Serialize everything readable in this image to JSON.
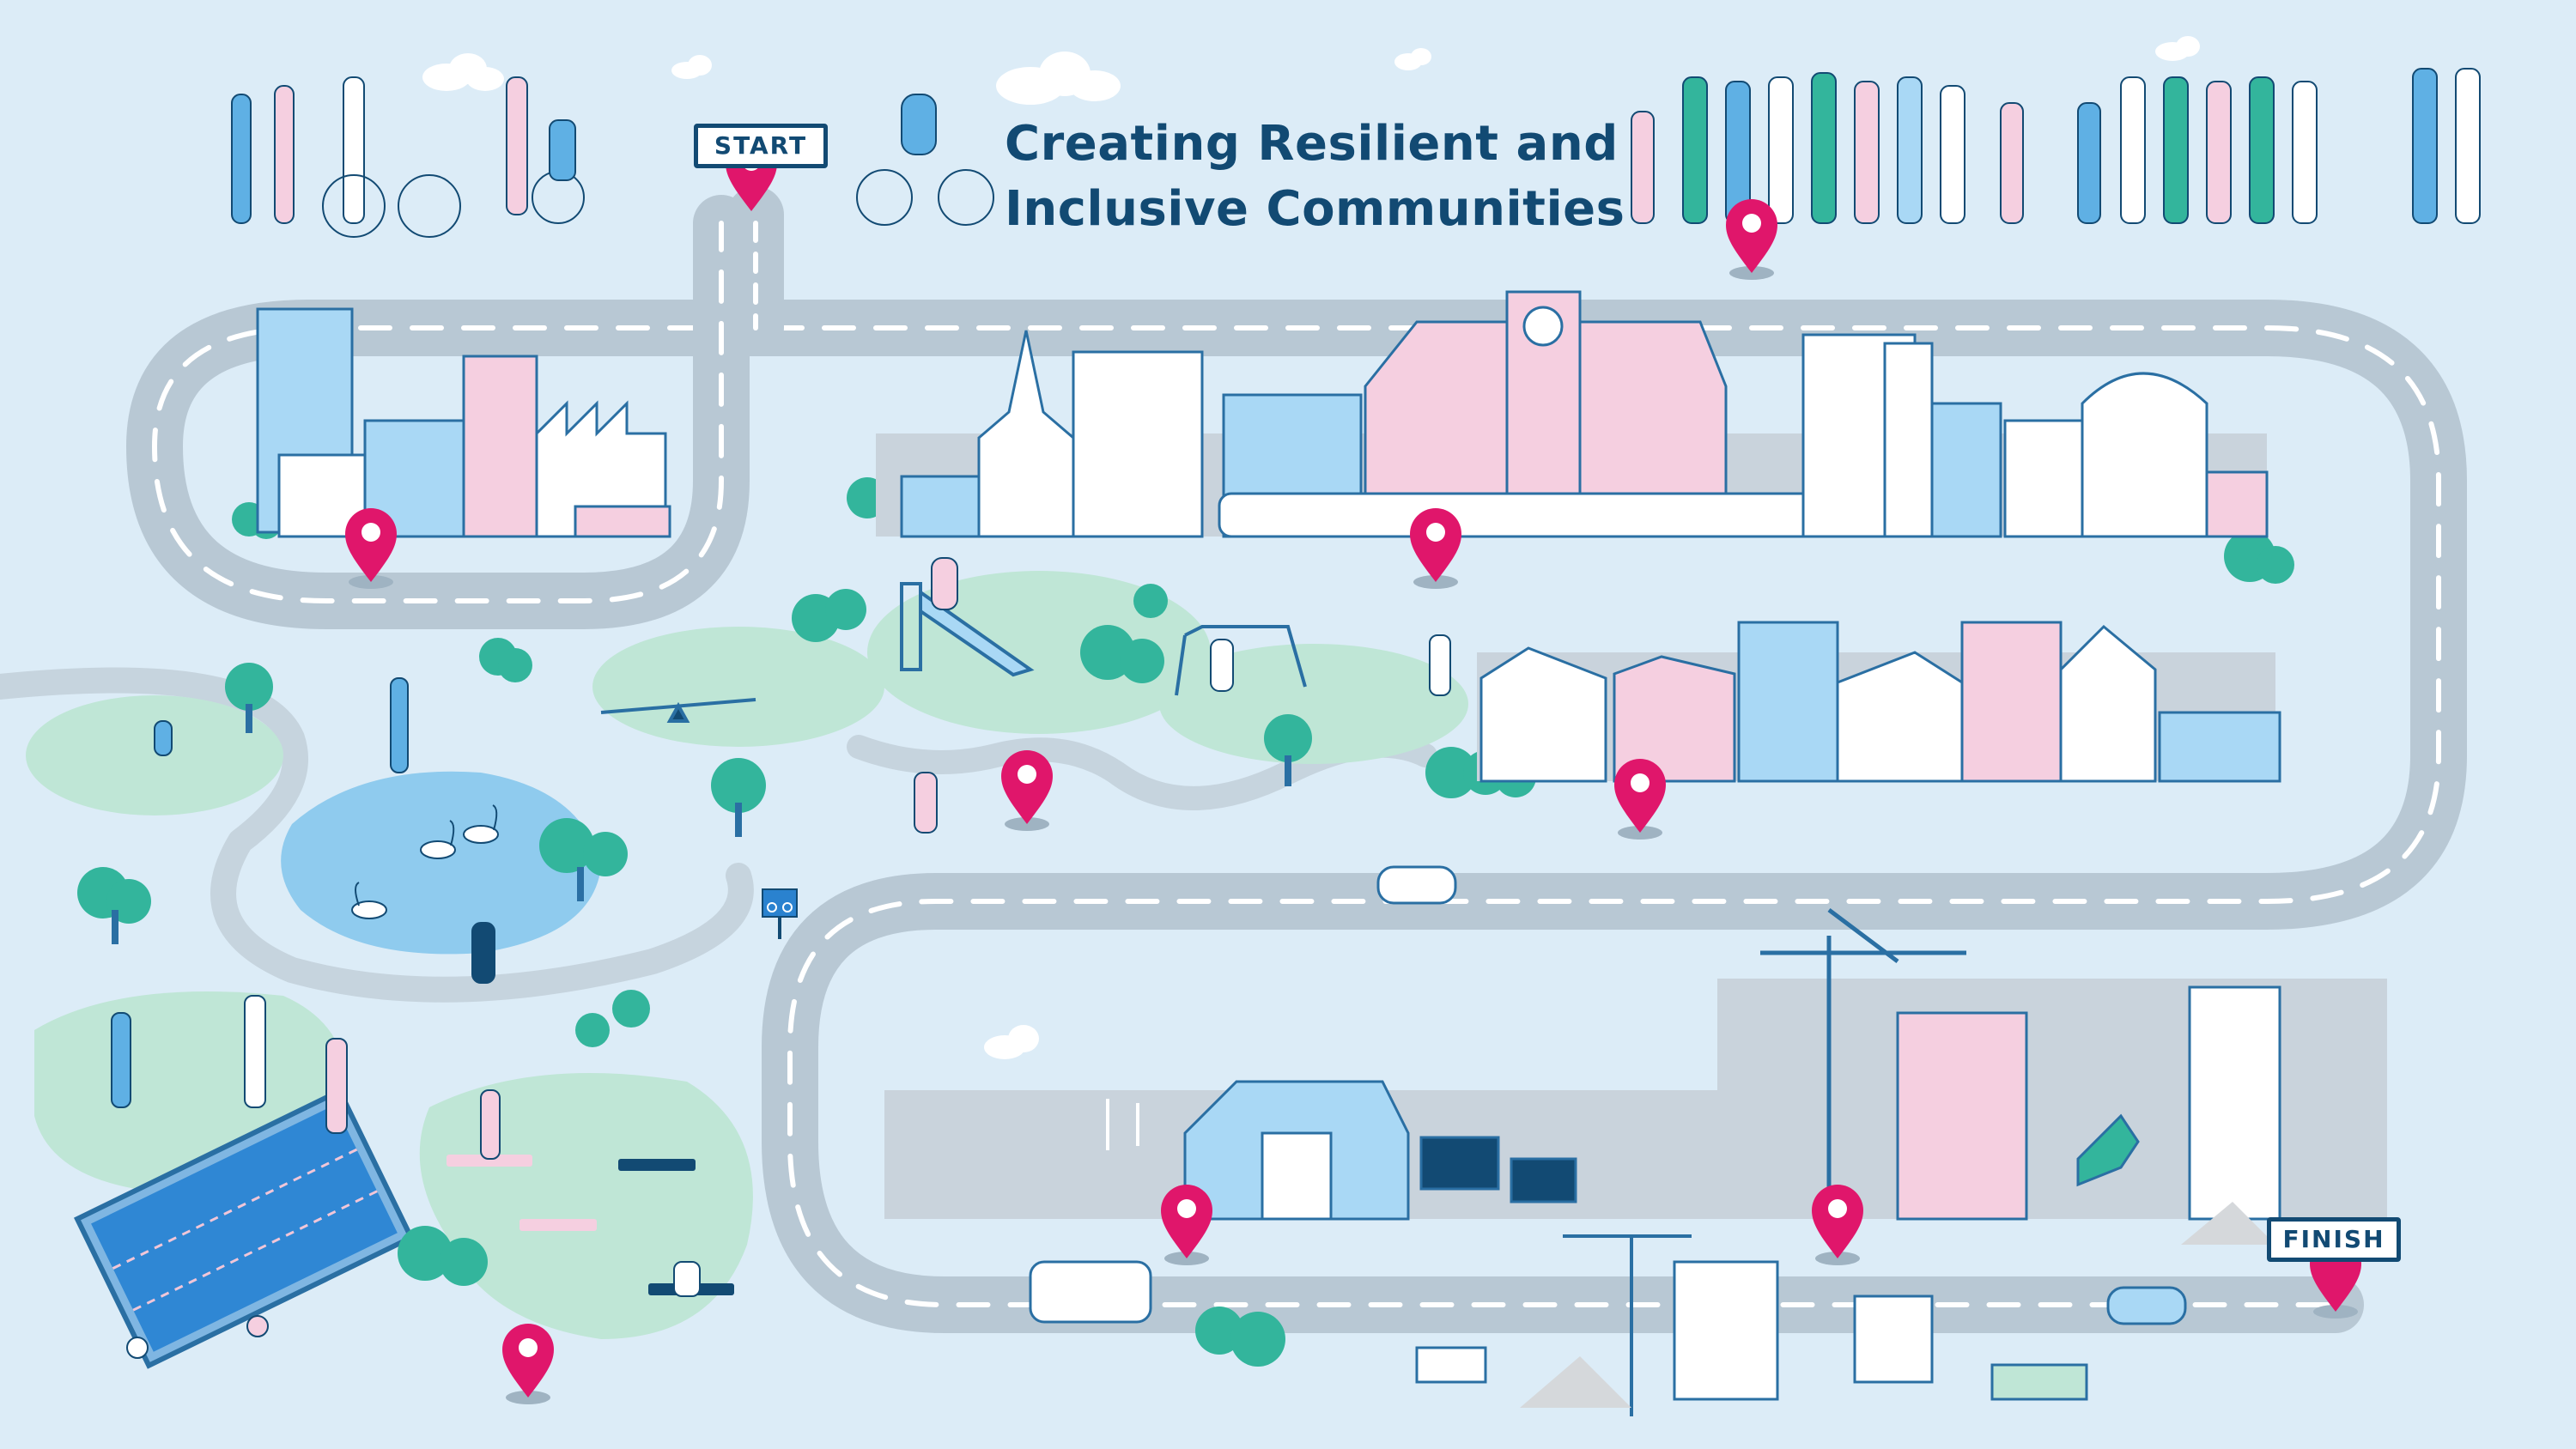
{
  "title": {
    "line1": "Creating Resilient and",
    "line2": "Inclusive Communities"
  },
  "signs": {
    "start": "START",
    "finish": "FINISH"
  },
  "colors": {
    "background": "#dcecf7",
    "road": "#b8c8d4",
    "road_marking": "#ffffff",
    "title": "#124a73",
    "pin": "#e0166b",
    "park_green": "#bfe6d6",
    "tree": "#33b59c",
    "water": "#8fcbee",
    "building_pink": "#f5cfe0",
    "building_blue": "#a9d8f5",
    "skyline_gray": "#c9d3dc"
  },
  "icons": {
    "location_pin": "map-pin-icon",
    "bike_lane_sign": "bicycle-sign-icon",
    "solar_panel": "solar-panel-icon",
    "wind_turbine": "wind-turbine-icon",
    "autonomous_car": "autonomous-car-icon",
    "construction_crane": "crane-icon"
  }
}
